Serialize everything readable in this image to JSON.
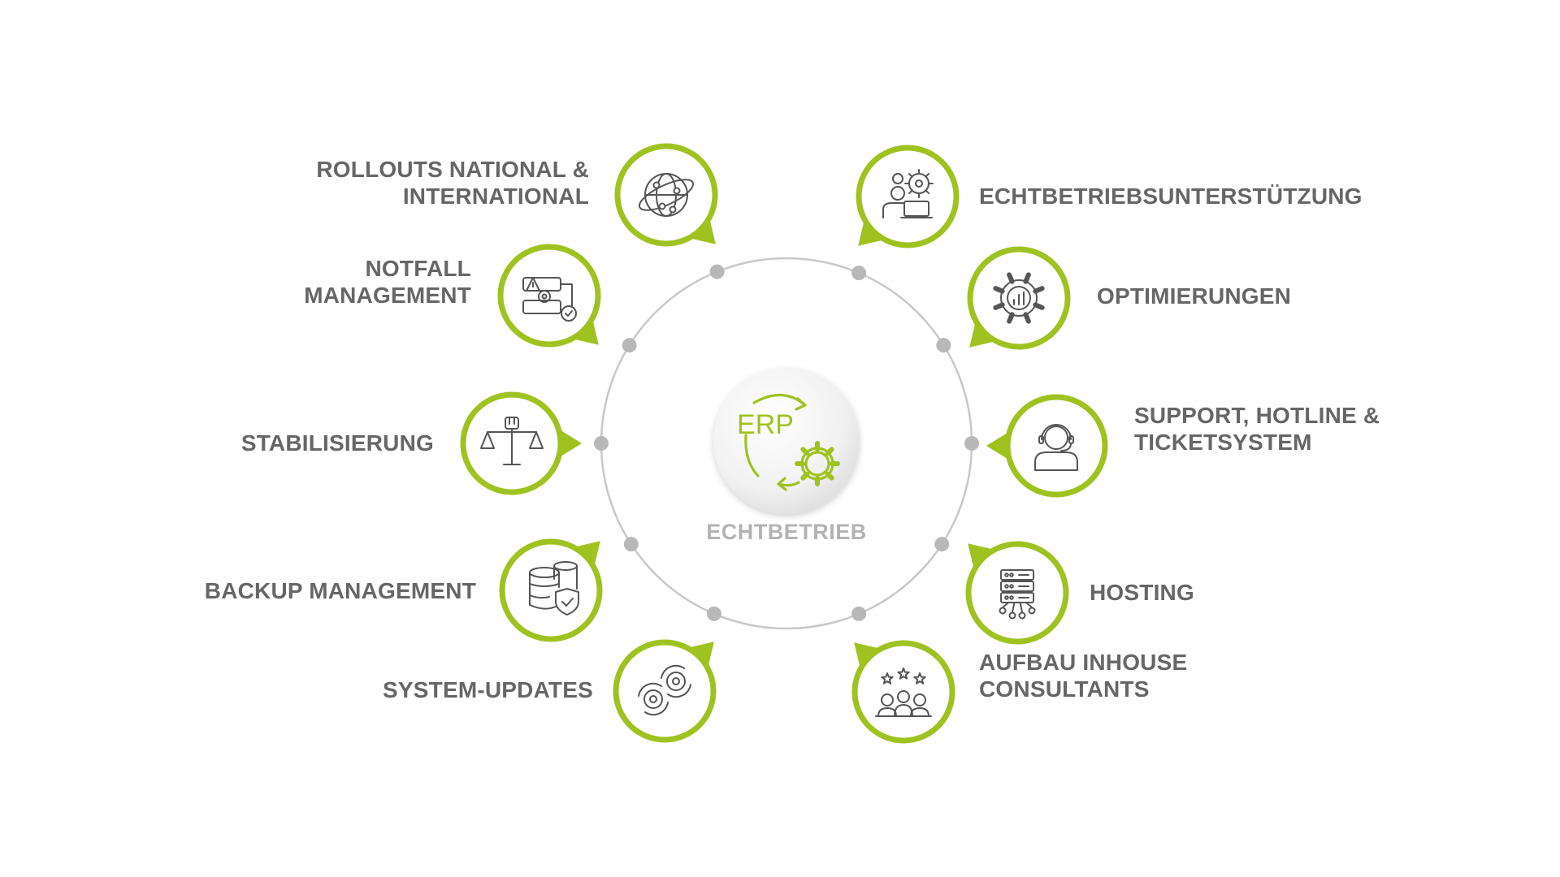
{
  "colors": {
    "accent": "#9fc221",
    "ring": "#c8c8c8",
    "dot": "#b8b8b8",
    "label": "#666666",
    "icon": "#555555",
    "center_label": "#b3b3b3"
  },
  "center": {
    "logo_text": "ERP",
    "label": "ECHTBETRIEB",
    "icon": "erp-cycle-gear-icon"
  },
  "services": [
    {
      "id": "rollouts",
      "lines": [
        "ROLLOUTS NATIONAL &",
        "INTERNATIONAL"
      ],
      "icon": "globe-network-icon"
    },
    {
      "id": "notfall",
      "lines": [
        "NOTFALL",
        "MANAGEMENT"
      ],
      "icon": "alert-workflow-icon"
    },
    {
      "id": "stabilisierung",
      "lines": [
        "STABILISIERUNG"
      ],
      "icon": "balance-scale-icon"
    },
    {
      "id": "backup",
      "lines": [
        "BACKUP MANAGEMENT"
      ],
      "icon": "database-shield-icon"
    },
    {
      "id": "updates",
      "lines": [
        "SYSTEM-UPDATES"
      ],
      "icon": "update-gears-icon"
    },
    {
      "id": "echtbetriebsunterstuetzung",
      "lines": [
        "ECHTBETRIEBSUNTERSTÜTZUNG"
      ],
      "icon": "team-gear-laptop-icon"
    },
    {
      "id": "optimierungen",
      "lines": [
        "OPTIMIERUNGEN"
      ],
      "icon": "gear-chart-icon"
    },
    {
      "id": "support",
      "lines": [
        "SUPPORT, HOTLINE &",
        "TICKETSYSTEM"
      ],
      "icon": "headset-agent-icon"
    },
    {
      "id": "hosting",
      "lines": [
        "HOSTING"
      ],
      "icon": "server-rack-icon"
    },
    {
      "id": "consultants",
      "lines": [
        "AUFBAU INHOUSE",
        "CONSULTANTS"
      ],
      "icon": "team-stars-icon"
    }
  ]
}
